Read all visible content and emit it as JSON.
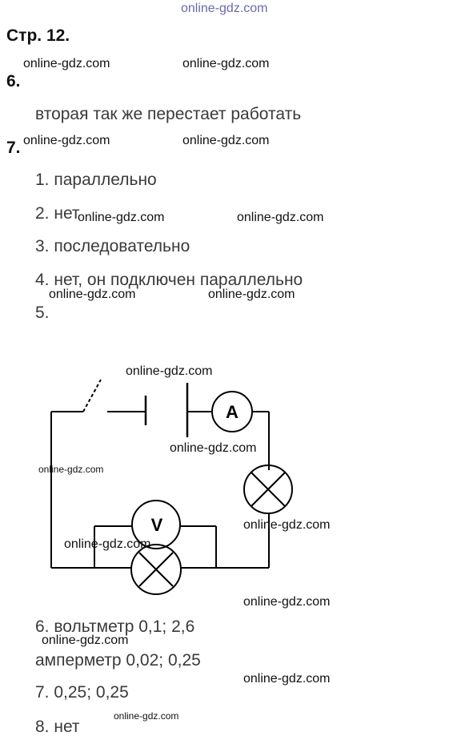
{
  "watermark_top": "online-gdz.com",
  "page_heading": "Стр. 12.",
  "tasks": [
    {
      "number": "6.",
      "answers": [
        "вторая так же перестает работать"
      ]
    },
    {
      "number": "7.",
      "answers": [
        "1. параллельно",
        "2. нет",
        "3. последовательно",
        "4. нет, он подключен параллельно",
        "5.",
        "6. вольтметр 0,1; 2,6",
        "амперметр 0,02; 0,25",
        "7. 0,25; 0,25",
        "8. нет"
      ]
    }
  ],
  "circuit": {
    "ammeter_label": "A",
    "voltmeter_label": "V"
  },
  "watermark": "online-gdz.com"
}
